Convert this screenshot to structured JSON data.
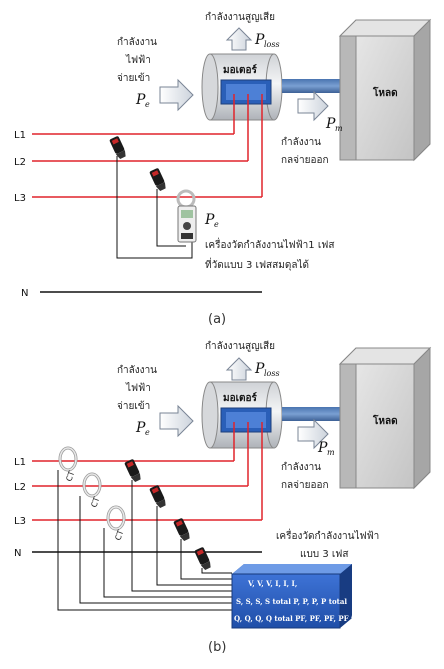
{
  "diagram_a": {
    "title_loss": "กำลังงานสูญเสีย",
    "loss_symbol": "P",
    "loss_sub": "loss",
    "input_line1": "กำลังงาน",
    "input_line2": "ไฟฟ้า",
    "input_line3": "จ่ายเข้า",
    "input_symbol": "P",
    "input_sub": "e",
    "motor_label": "มอเตอร์",
    "load_label": "โหลด",
    "output_symbol": "P",
    "output_sub": "m",
    "output_line1": "กำลังงาน",
    "output_line2": "กลจ่ายออก",
    "line_labels": [
      "L1",
      "L2",
      "L3",
      "N"
    ],
    "meter_symbol": "P",
    "meter_sub": "e",
    "meter_desc1": "เครื่องวัดกำลังงานไฟฟ้า1 เฟส",
    "meter_desc2": "ที่วัดแบบ 3 เฟสสมดุลได้",
    "caption": "(a)"
  },
  "diagram_b": {
    "title_loss": "กำลังงานสูญเสีย",
    "loss_symbol": "P",
    "loss_sub": "loss",
    "input_line1": "กำลังงาน",
    "input_line2": "ไฟฟ้า",
    "input_line3": "จ่ายเข้า",
    "input_symbol": "P",
    "input_sub": "e",
    "motor_label": "มอเตอร์",
    "load_label": "โหลด",
    "output_symbol": "P",
    "output_sub": "m",
    "output_line1": "กำลังงาน",
    "output_line2": "กลจ่ายออก",
    "line_labels": [
      "L1",
      "L2",
      "L3",
      "N"
    ],
    "ct_label": "CT",
    "meter_desc1": "เครื่องวัดกำลังงานไฟฟ้า",
    "meter_desc2": "แบบ 3 เฟส",
    "meter_row1": "V, V, V, I, I, I,",
    "meter_row2": "S, S, S, S total P, P, P, P total",
    "meter_row3": "Q, Q, Q, Q total PF, PF, PF, PF total",
    "caption": "(b)"
  },
  "colors": {
    "line": "#e0242b",
    "motor_blue": "#2a5fb8",
    "meter_blue": "#2f63c4",
    "box": "#d9d9d9"
  }
}
